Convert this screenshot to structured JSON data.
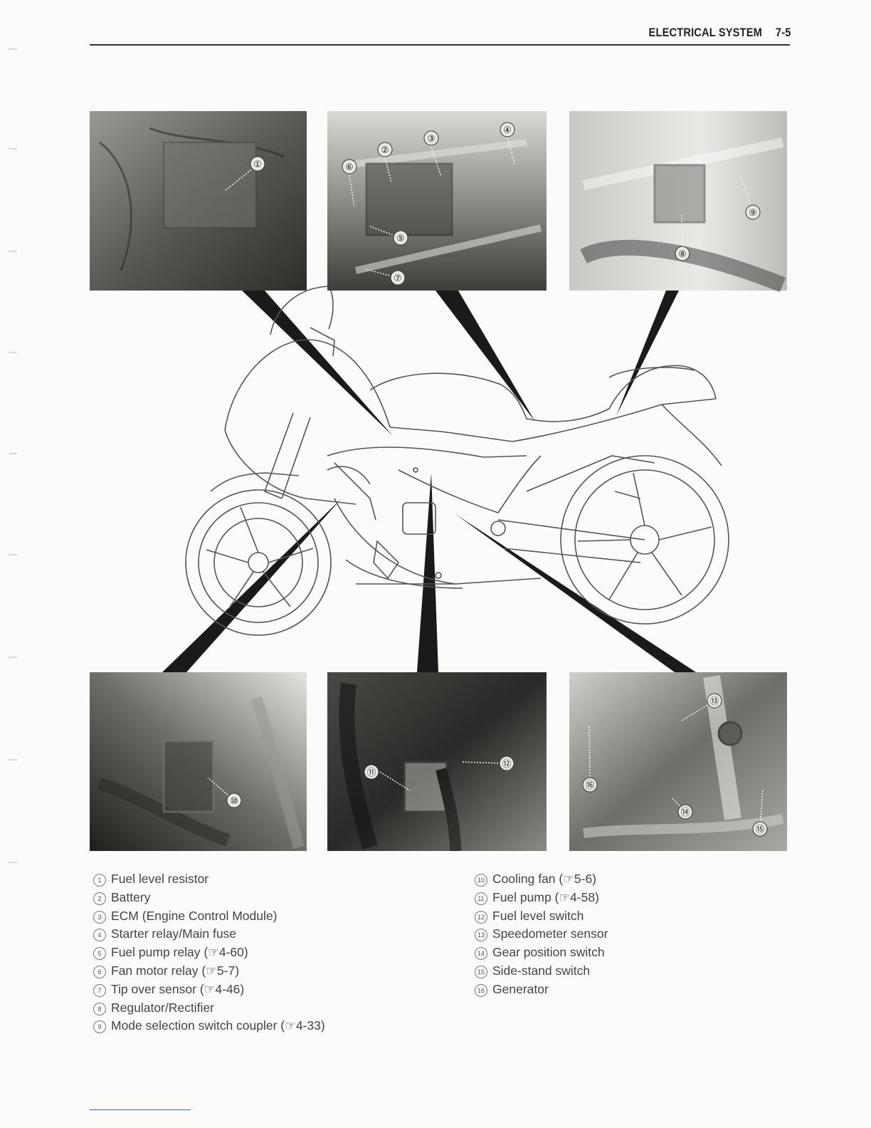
{
  "header": {
    "section": "ELECTRICAL SYSTEM",
    "page": "7-5"
  },
  "callouts": [
    "①",
    "②",
    "③",
    "④",
    "⑤",
    "⑥",
    "⑦",
    "⑧",
    "⑨",
    "⑩",
    "⑪",
    "⑫",
    "⑬",
    "⑭",
    "⑮",
    "⑯"
  ],
  "legend_left": [
    {
      "num": "1",
      "text": "Fuel level resistor"
    },
    {
      "num": "2",
      "text": "Battery"
    },
    {
      "num": "3",
      "text": "ECM (Engine Control Module)"
    },
    {
      "num": "4",
      "text": "Starter relay/Main fuse"
    },
    {
      "num": "5",
      "text": "Fuel pump relay (☞4-60)"
    },
    {
      "num": "6",
      "text": "Fan motor relay (☞5-7)"
    },
    {
      "num": "7",
      "text": "Tip over sensor (☞4-46)"
    },
    {
      "num": "8",
      "text": "Regulator/Rectifier"
    },
    {
      "num": "9",
      "text": "Mode selection switch coupler (☞4-33)"
    }
  ],
  "legend_right": [
    {
      "num": "10",
      "text": "Cooling fan (☞5-6)"
    },
    {
      "num": "11",
      "text": "Fuel pump (☞4-58)"
    },
    {
      "num": "12",
      "text": "Fuel level switch"
    },
    {
      "num": "13",
      "text": "Speedometer sensor"
    },
    {
      "num": "14",
      "text": "Gear position switch"
    },
    {
      "num": "15",
      "text": "Side-stand switch"
    },
    {
      "num": "16",
      "text": "Generator"
    }
  ]
}
